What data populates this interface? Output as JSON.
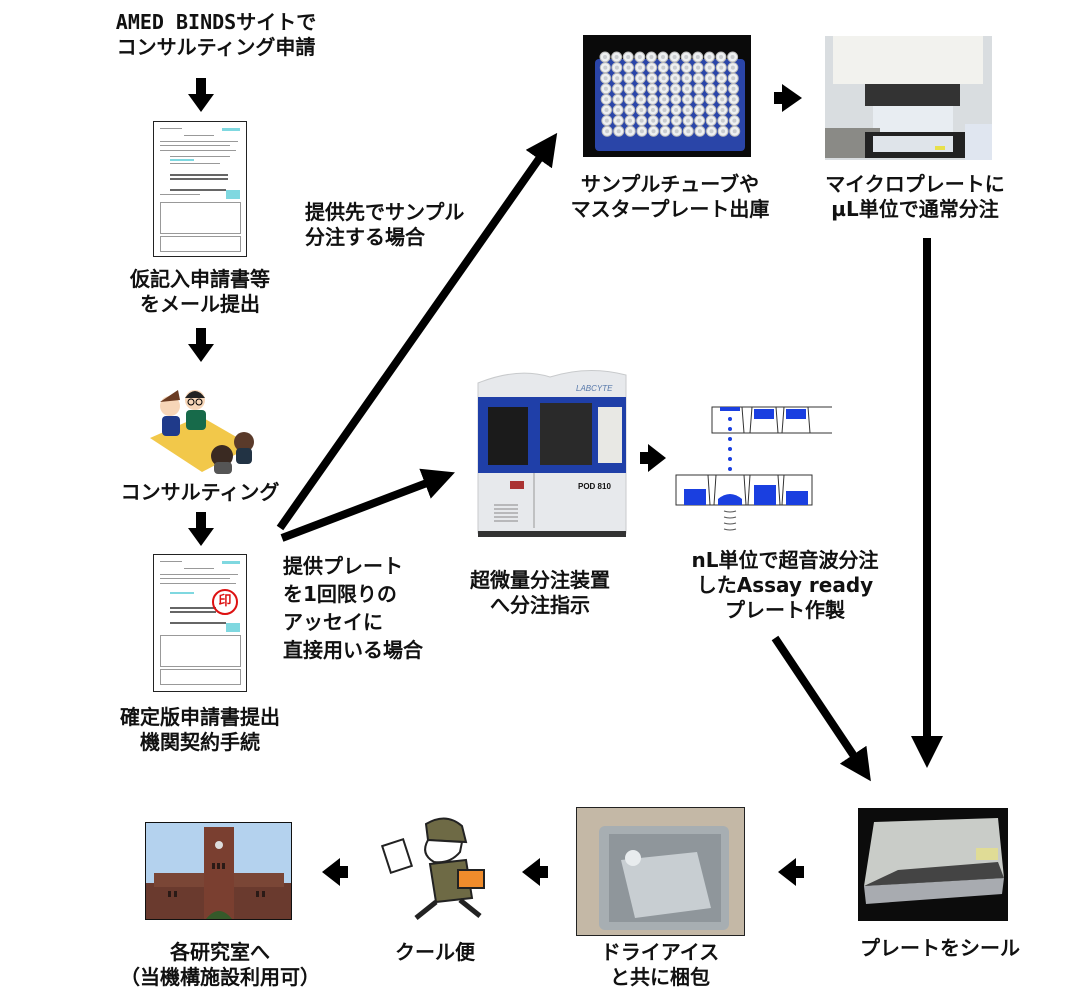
{
  "title": "AMED BINDS consulting and compound plate dispensing workflow",
  "steps": {
    "apply": {
      "line1": "AMED BINDSサイトで",
      "line2": "コンサルティング申請"
    },
    "draft_form": {
      "line1": "仮記入申請書等",
      "line2": "をメール提出",
      "icon": "application-form-icon"
    },
    "consulting": {
      "label": "コンサルティング",
      "icon": "meeting-people-icon"
    },
    "final_form": {
      "line1": "確定版申請書提出",
      "line2": "機関契約手続",
      "stamp": "印",
      "icon": "stamped-form-icon"
    },
    "sample_tubes": {
      "line1": "サンプルチューブや",
      "line2": "マスタープレート出庫",
      "icon": "tube-rack-photo"
    },
    "microplate": {
      "line1": "マイクロプレートに",
      "line2": "µL単位で通常分注",
      "icon": "dispenser-photo"
    },
    "echo_machine": {
      "line1": "超微量分注装置",
      "line2": "へ分注指示",
      "brand": "LABCYTE",
      "model": "POD 810",
      "icon": "acoustic-dispenser-photo"
    },
    "assay_ready": {
      "line1": "nL単位で超音波分注",
      "line2": "したAssay ready",
      "line3": "プレート作製",
      "icon": "acoustic-droplet-diagram"
    },
    "seal": {
      "label": "プレートをシール",
      "icon": "sealed-plate-photo"
    },
    "pack": {
      "line1": "ドライアイス",
      "line2": "と共に梱包",
      "icon": "dry-ice-box-photo"
    },
    "ship": {
      "label": "クール便",
      "icon": "delivery-man-icon"
    },
    "lab": {
      "line1": "各研究室へ",
      "line2": "（当機構施設利用可）",
      "icon": "university-building-photo"
    }
  },
  "branches": {
    "upper": {
      "line1": "提供先でサンプル",
      "line2": "分注する場合"
    },
    "lower": {
      "line1": "提供プレート",
      "line2": "を1回限りの",
      "line3": "アッセイに",
      "line4": "直接用いる場合"
    }
  },
  "colors": {
    "arrow": "#000000",
    "machine_blue": "#1f3fa8",
    "liquid_blue": "#1a3fe0",
    "stamp_red": "#dd1111",
    "form_accent": "#7fd8e0"
  }
}
